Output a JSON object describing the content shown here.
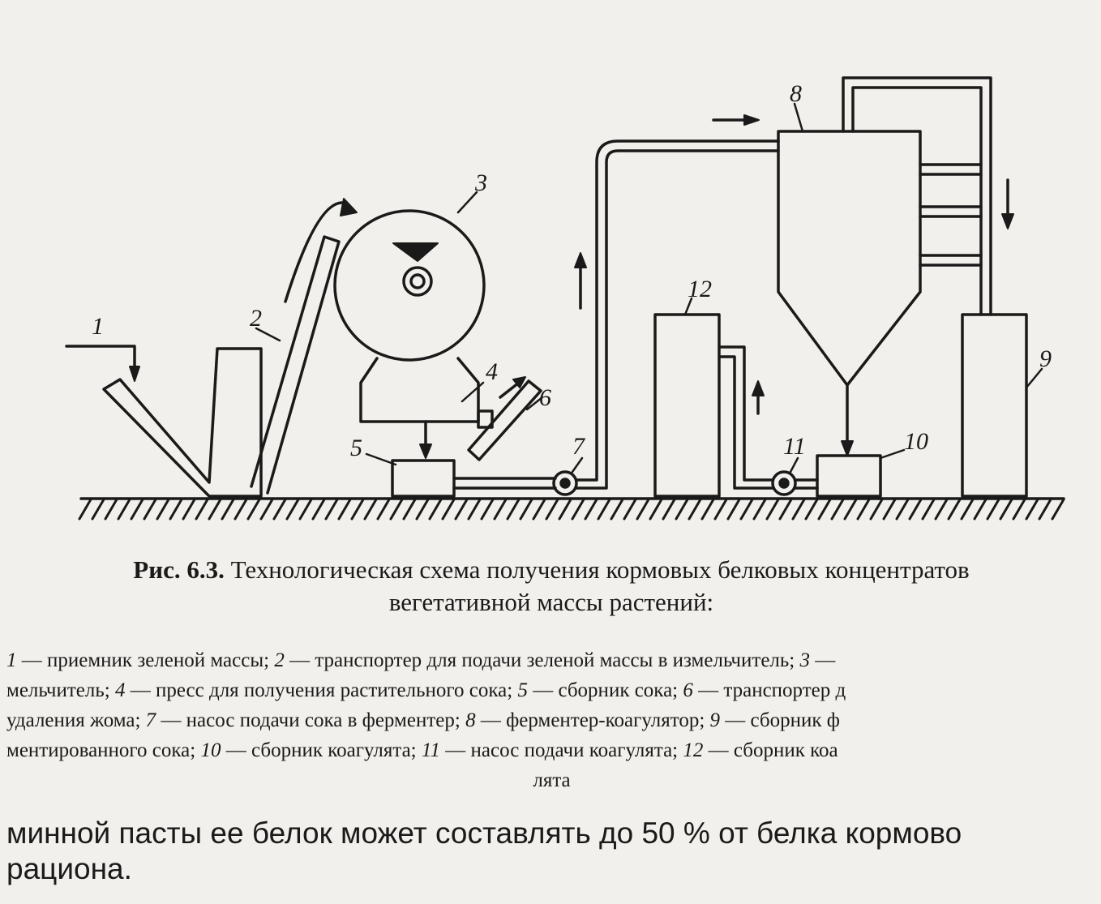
{
  "diagram": {
    "labels": [
      "1",
      "2",
      "3",
      "4",
      "5",
      "6",
      "7",
      "8",
      "9",
      "10",
      "11",
      "12"
    ]
  },
  "caption": {
    "fig_label": "Рис. 6.3.",
    "line1": "Технологическая схема получения кормовых белковых концентратов",
    "line2": "вегетативной массы растений:"
  },
  "legend": {
    "items": [
      {
        "num": "1",
        "text": " — приемник зеленой массы; "
      },
      {
        "num": "2",
        "text": " — транспортер для подачи зеленой массы в измельчитель; "
      },
      {
        "num": "3",
        "text": " — "
      },
      {
        "num": "",
        "text": "мельчитель; "
      },
      {
        "num": "4",
        "text": " — пресс для получения растительного сока; "
      },
      {
        "num": "5",
        "text": " — сборник сока; "
      },
      {
        "num": "6",
        "text": " — транспортер д"
      },
      {
        "num": "",
        "text": "удаления жома; "
      },
      {
        "num": "7",
        "text": " — насос подачи сока в ферментер; "
      },
      {
        "num": "8",
        "text": " — ферментер-коагулятор; "
      },
      {
        "num": "9",
        "text": " — сборник ф"
      },
      {
        "num": "",
        "text": "ментированного сока; "
      },
      {
        "num": "10",
        "text": " — сборник коагулята; "
      },
      {
        "num": "11",
        "text": " — насос подачи коагулята; "
      },
      {
        "num": "12",
        "text": " — сборник коа"
      }
    ],
    "tail": "лята"
  },
  "body_text": {
    "line1": "минной пасты ее белок может составлять до 50 % от белка кормово",
    "line2": "рациона."
  }
}
